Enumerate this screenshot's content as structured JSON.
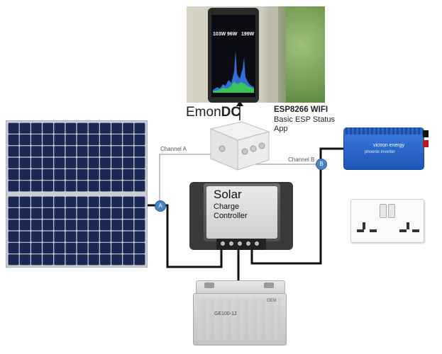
{
  "phone": {
    "readings": [
      "103W",
      "96W",
      "199W"
    ]
  },
  "emondc": {
    "prefix": "Emon",
    "suffix": "DC"
  },
  "esp": {
    "title": "ESP8266 WIFI",
    "line1": "Basic ESP Status",
    "line2": "App"
  },
  "channels": {
    "a_label": "Channel A",
    "b_label": "Channel B",
    "a_badge": "A",
    "b_badge": "B"
  },
  "controller": {
    "title": "Solar",
    "line1": "Charge",
    "line2": "Controller"
  },
  "inverter": {
    "brand": "victron energy",
    "model": "phoenix inverter"
  },
  "battery": {
    "model": "GE100-12",
    "brand": "GEM"
  },
  "colors": {
    "badge": "#4a82c4",
    "inverter": "#1f5fc4",
    "panel_cell": "#1b2856",
    "wire": "#111111"
  }
}
